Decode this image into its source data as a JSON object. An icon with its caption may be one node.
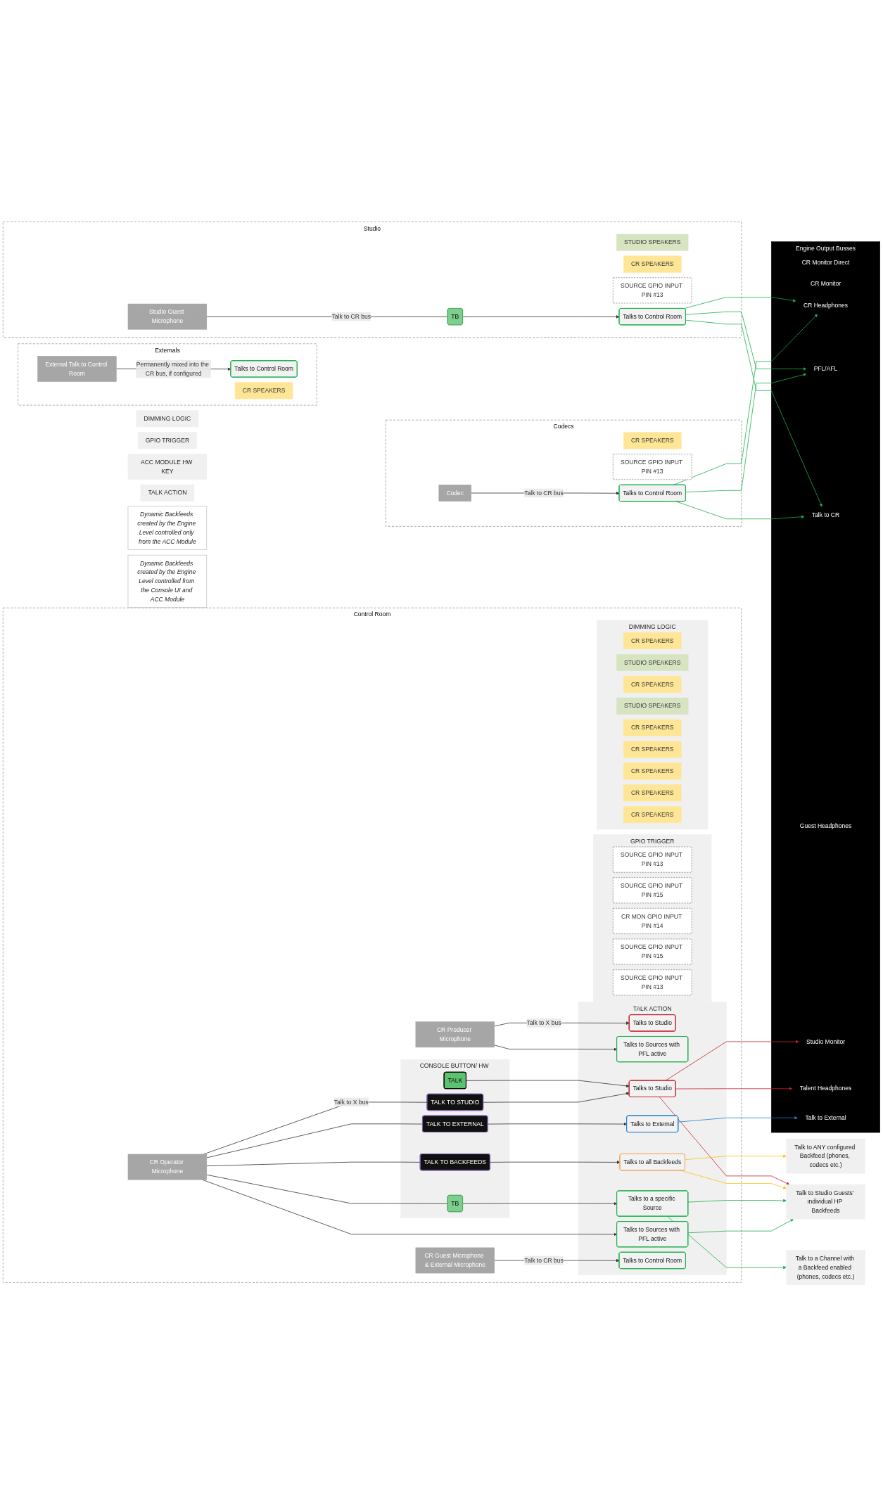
{
  "diagram": {
    "nodes": [
      {
        "text": [
          "Studio"
        ]
      },
      {
        "text": [
          "Studio Guest Microphone"
        ],
        "in": 0
      },
      {
        "text": [
          "STUDIO SPEAKERS"
        ],
        "in": 0
      },
      {
        "text": [
          "CR SPEAKERS"
        ],
        "in": 0
      },
      {
        "text": [
          "SOURCE GPIO INPUT PIN #13"
        ],
        "in": 0
      },
      {
        "text": [
          "TB"
        ],
        "in": 0
      },
      {
        "text": [
          "Talks to Control Room"
        ],
        "in": 0
      },
      {
        "text": [
          "Codecs"
        ]
      },
      {
        "text": [
          "Codec"
        ],
        "in": 7
      },
      {
        "text": [
          "CR SPEAKERS"
        ],
        "in": 7
      },
      {
        "text": [
          "SOURCE GPIO INPUT PIN #13"
        ],
        "in": 7
      },
      {
        "text": [
          "Talks to Control Room"
        ],
        "in": 7
      },
      {
        "text": [
          "DIMMING LOGIC"
        ]
      },
      {
        "text": [
          "GPIO TRIGGER"
        ]
      },
      {
        "text": [
          "ACC MODULE HW KEY"
        ]
      },
      {
        "text": [
          "TALK ACTION"
        ]
      },
      {
        "text": [
          "Externals"
        ]
      },
      {
        "text": [
          "External Talk to Control Room"
        ],
        "in": 16
      },
      {
        "text": [
          "CR SPEAKERS"
        ],
        "in": 16
      },
      {
        "text": [
          "Talks to Control Room"
        ],
        "in": 16
      },
      {
        "text": [
          "Dynamic Backfeeds created by the Engine Level controlled only from the ACC Module"
        ]
      },
      {
        "text": [
          "Dynamic Backfeeds created by the Engine Level controlled from the Console UI and ACC Module"
        ]
      },
      {
        "text": [
          "Talk to ANY configured Backfeed (phones, codecs etc.)"
        ]
      },
      {
        "text": [
          "Talk to Studio Guests’ individual HP Backfeeds"
        ]
      },
      {
        "text": [
          "Talk to a Channel with a Backfeed enabled (phones, codecs etc.)"
        ]
      },
      {
        "text": [
          "Engine Output Busses"
        ]
      },
      {
        "text": [
          "CR Monitor Direct"
        ],
        "in": 25
      },
      {
        "text": [
          "CR Monitor"
        ],
        "in": 25
      },
      {
        "text": [
          "CR Headphones"
        ],
        "in": 25
      },
      {
        "text": [
          "PFL/AFL"
        ],
        "in": 25
      },
      {
        "text": [
          "Talk to CR"
        ],
        "in": 25
      },
      {
        "text": [
          "Guest Headphones"
        ],
        "in": 25
      },
      {
        "text": [
          "Studio Monitor"
        ],
        "in": 25
      },
      {
        "text": [
          "Talent Headphones"
        ],
        "in": 25
      },
      {
        "text": [
          "Talk to External"
        ],
        "in": 25
      },
      {
        "text": [
          "Control Room"
        ]
      },
      {
        "text": [
          "TALK ACTION"
        ],
        "in": 35
      },
      {
        "text": [
          "Talks to Studio"
        ],
        "in": 36
      },
      {
        "text": [
          "Talks to Sources with PFL active"
        ],
        "in": 36
      },
      {
        "text": [
          "Talks to Studio"
        ],
        "in": 36
      },
      {
        "text": [
          "Talks to External"
        ],
        "in": 36
      },
      {
        "text": [
          "Talks to all Backfeeds"
        ],
        "in": 36
      },
      {
        "text": [
          "Talks to a specific Source"
        ],
        "in": 36
      },
      {
        "text": [
          "Talks to Sources with PFL active"
        ],
        "in": 36
      },
      {
        "text": [
          "Talks to Control Room"
        ],
        "in": 36
      },
      {
        "text": [
          "CONSOLE BUTTON/ HW KEY"
        ],
        "in": 35
      },
      {
        "text": [
          "TALK"
        ],
        "in": 45
      },
      {
        "text": [
          "TALK TO STUDIO"
        ],
        "in": 45
      },
      {
        "text": [
          "TALK TO EXTERNAL"
        ],
        "in": 45
      },
      {
        "text": [
          "TALK TO BACKFEEDS"
        ],
        "in": 45
      },
      {
        "text": [
          "TB"
        ],
        "in": 45
      },
      {
        "text": [
          "GPIO TRIGGER"
        ],
        "in": 35
      },
      {
        "text": [
          "SOURCE GPIO INPUT PIN #13"
        ],
        "in": 51
      },
      {
        "text": [
          "SOURCE GPIO INPUT PIN #15"
        ],
        "in": 51
      },
      {
        "text": [
          "CR MON GPIO INPUT PIN #14"
        ],
        "in": 51
      },
      {
        "text": [
          "SOURCE GPIO INPUT PIN #15"
        ],
        "in": 51
      },
      {
        "text": [
          "SOURCE GPIO INPUT PIN #13"
        ],
        "in": 51
      },
      {
        "text": [
          "DIMMING LOGIC"
        ],
        "in": 35
      },
      {
        "text": [
          "CR SPEAKERS"
        ],
        "in": 57
      },
      {
        "text": [
          "STUDIO SPEAKERS"
        ],
        "in": 57
      },
      {
        "text": [
          "CR SPEAKERS"
        ],
        "in": 57
      },
      {
        "text": [
          "STUDIO SPEAKERS"
        ],
        "in": 57
      },
      {
        "text": [
          "CR SPEAKERS"
        ],
        "in": 57
      },
      {
        "text": [
          "CR SPEAKERS"
        ],
        "in": 57
      },
      {
        "text": [
          "CR SPEAKERS"
        ],
        "in": 57
      },
      {
        "text": [
          "CR SPEAKERS"
        ],
        "in": 57
      },
      {
        "text": [
          "CR SPEAKERS"
        ],
        "in": 57
      },
      {
        "text": [
          "CR Producer Microphone"
        ],
        "in": 35
      },
      {
        "text": [
          "CR Operator Microphone"
        ],
        "in": 35
      },
      {
        "text": [
          "CR Guest Microphone & External Microphone"
        ],
        "in": 35
      }
    ],
    "edges": [
      {
        "from": 1,
        "to": 5,
        "arrow": "none",
        "label": "Talk to CR bus"
      },
      {
        "from": 5,
        "to": 6,
        "arrow": "to"
      },
      {
        "from": 8,
        "to": 11,
        "arrow": "to",
        "label": "Talk to CR bus"
      },
      {
        "from": 17,
        "to": 19,
        "arrow": "to",
        "label": "Permanently mixed into the CR bus, if configured"
      },
      {
        "from": 6,
        "to": 28,
        "arrow": "to",
        "color": "#1aae4e"
      },
      {
        "from": 6,
        "to": 29,
        "arrow": "to",
        "color": "#1aae4e"
      },
      {
        "from": 6,
        "to": 30,
        "arrow": "to",
        "color": "#1aae4e"
      },
      {
        "from": 11,
        "to": 28,
        "arrow": "to",
        "color": "#1aae4e"
      },
      {
        "from": 11,
        "to": 29,
        "arrow": "to",
        "color": "#1aae4e"
      },
      {
        "from": 11,
        "to": 30,
        "arrow": "to",
        "color": "#1aae4e"
      },
      {
        "from": 67,
        "to": 37,
        "arrow": "to",
        "label": "Talk to X bus"
      },
      {
        "from": 67,
        "to": 38,
        "arrow": "to"
      },
      {
        "from": 68,
        "to": 47,
        "arrow": "none",
        "label": "Talk to X bus"
      },
      {
        "from": 68,
        "to": 48,
        "arrow": "none"
      },
      {
        "from": 68,
        "to": 49,
        "arrow": "none"
      },
      {
        "from": 68,
        "to": 50,
        "arrow": "none"
      },
      {
        "from": 68,
        "to": 43,
        "arrow": "to"
      },
      {
        "from": 46,
        "to": 39,
        "arrow": "to"
      },
      {
        "from": 47,
        "to": 39,
        "arrow": "to"
      },
      {
        "from": 48,
        "to": 40,
        "arrow": "to"
      },
      {
        "from": 49,
        "to": 41,
        "arrow": "to"
      },
      {
        "from": 50,
        "to": 42,
        "arrow": "to"
      },
      {
        "from": 69,
        "to": 44,
        "arrow": "to",
        "label": "Talk to CR bus"
      },
      {
        "from": 39,
        "to": 32,
        "arrow": "to",
        "color": "#c8202a"
      },
      {
        "from": 39,
        "to": 33,
        "arrow": "to",
        "color": "#c8202a"
      },
      {
        "from": 39,
        "to": 23,
        "arrow": "to",
        "color": "#c8202a"
      },
      {
        "from": 40,
        "to": 34,
        "arrow": "to",
        "color": "#1f7fcf"
      },
      {
        "from": 41,
        "to": 22,
        "arrow": "to",
        "color": "#ffc20e"
      },
      {
        "from": 41,
        "to": 23,
        "arrow": "to",
        "color": "#ffc20e"
      },
      {
        "from": 42,
        "to": 23,
        "arrow": "to",
        "color": "#1aae4e"
      },
      {
        "from": 42,
        "to": 24,
        "arrow": "to",
        "color": "#1aae4e"
      },
      {
        "from": 43,
        "to": 23,
        "arrow": "to",
        "color": "#1aae4e"
      }
    ]
  }
}
